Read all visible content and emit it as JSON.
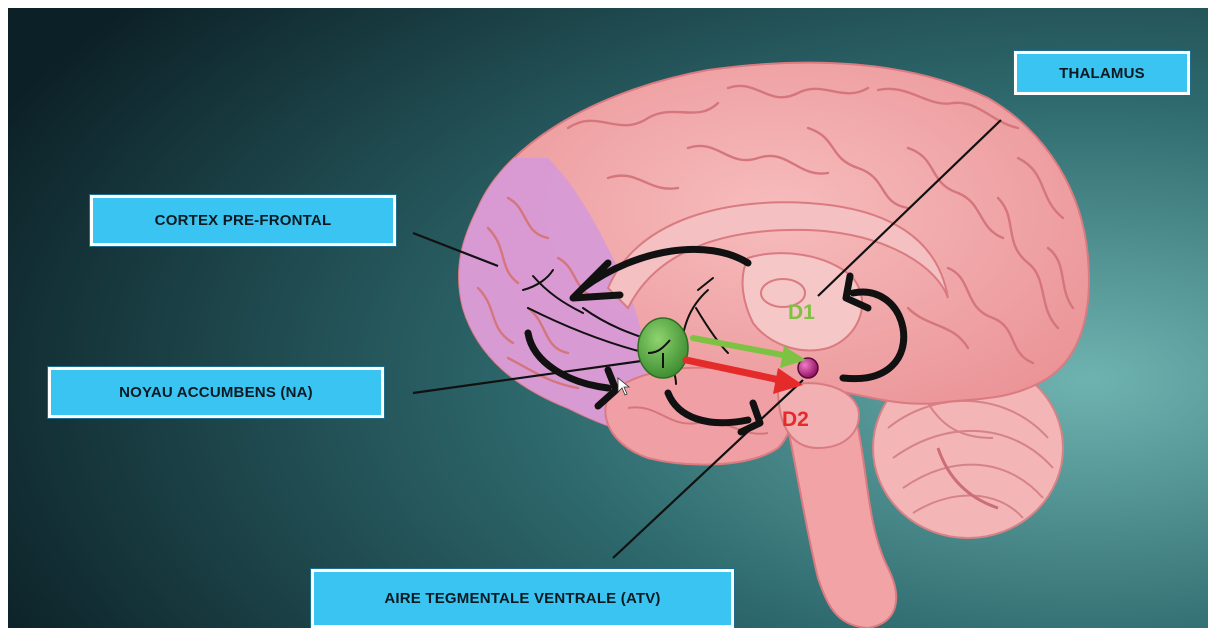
{
  "labels": {
    "thalamus": "THALAMUS",
    "cortex": "CORTEX PRE-FRONTAL",
    "accumbens": "NOYAU ACCUMBENS (NA)",
    "atv": "AIRE TEGMENTALE VENTRALE (ATV)"
  },
  "receptors": {
    "d1": "D1",
    "d2": "D2"
  },
  "colors": {
    "label_fill": "#3ac4f2",
    "d1": "#7dc242",
    "d2": "#e52a2a",
    "brain": "#f2a8a8",
    "prefrontal": "#d79ad6",
    "accumbens": "#5eb04a",
    "atv": "#c81e8c"
  }
}
